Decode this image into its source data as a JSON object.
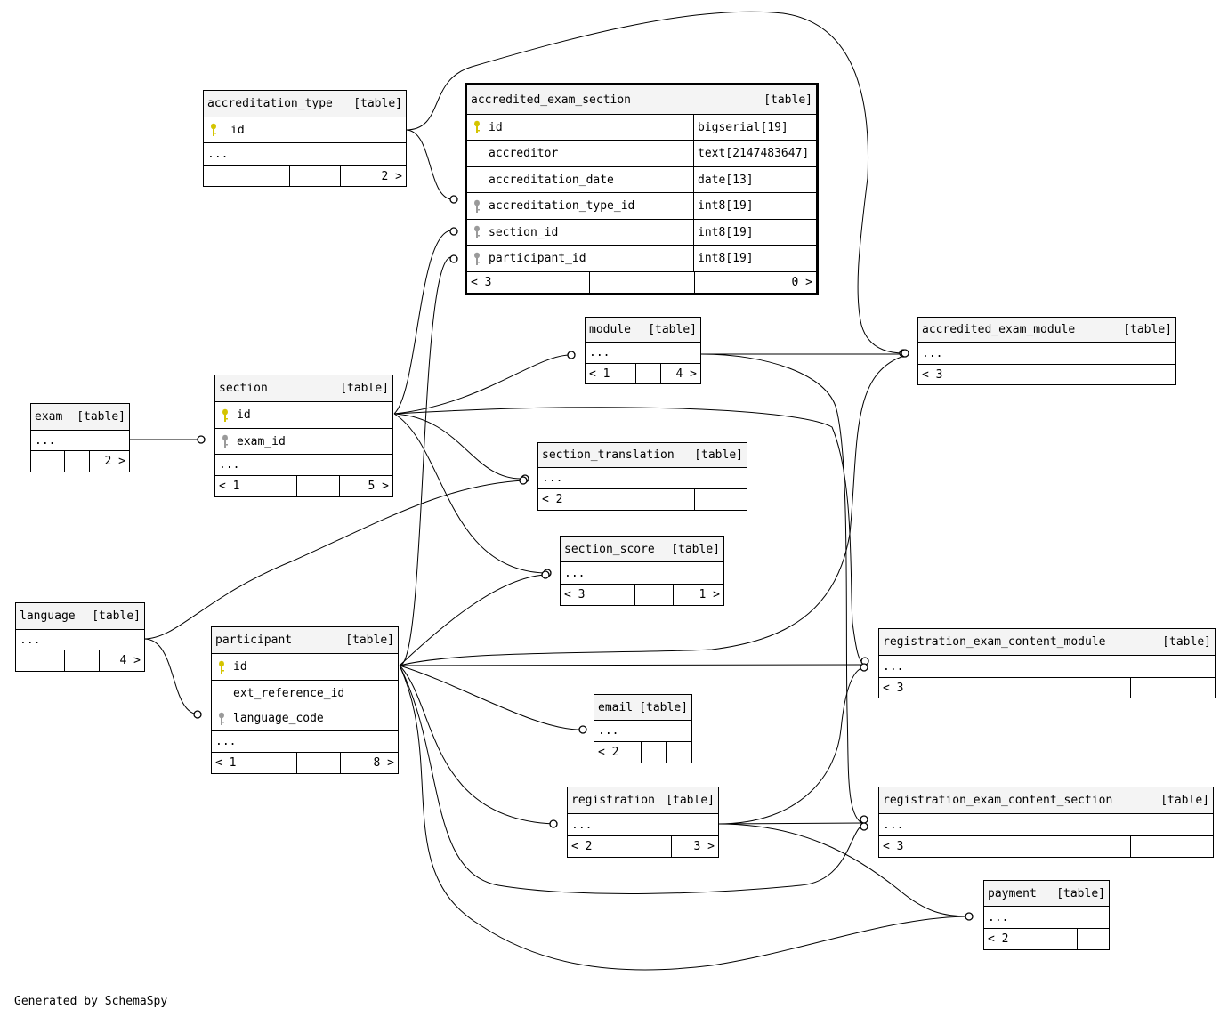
{
  "diagram": {
    "credit": "Generated by SchemaSpy",
    "tag": "[table]",
    "ellipsis": "...",
    "key_colors": {
      "primary": "#d4c400",
      "foreign": "#9a9a9a"
    }
  },
  "tables": {
    "accreditation_type": {
      "name": "accreditation_type",
      "columns": [
        {
          "key": "primary",
          "name": "id"
        }
      ],
      "footer": [
        "",
        "",
        "2 >"
      ]
    },
    "accredited_exam_section": {
      "name": "accredited_exam_section",
      "columns": [
        {
          "key": "primary",
          "name": "id",
          "type": "bigserial[19]"
        },
        {
          "key": "",
          "name": "accreditor",
          "type": "text[2147483647]"
        },
        {
          "key": "",
          "name": "accreditation_date",
          "type": "date[13]"
        },
        {
          "key": "foreign",
          "name": "accreditation_type_id",
          "type": "int8[19]"
        },
        {
          "key": "foreign",
          "name": "section_id",
          "type": "int8[19]"
        },
        {
          "key": "foreign",
          "name": "participant_id",
          "type": "int8[19]"
        }
      ],
      "footer": [
        "< 3",
        "",
        "0 >"
      ]
    },
    "module": {
      "name": "module",
      "columns": [],
      "footer": [
        "< 1",
        "",
        "4 >"
      ]
    },
    "accredited_exam_module": {
      "name": "accredited_exam_module",
      "columns": [],
      "footer": [
        "< 3",
        "",
        ""
      ]
    },
    "exam": {
      "name": "exam",
      "columns": [],
      "footer": [
        "",
        "",
        "2 >"
      ]
    },
    "section": {
      "name": "section",
      "columns": [
        {
          "key": "primary",
          "name": "id"
        },
        {
          "key": "foreign",
          "name": "exam_id"
        }
      ],
      "footer": [
        "< 1",
        "",
        "5 >"
      ]
    },
    "section_translation": {
      "name": "section_translation",
      "columns": [],
      "footer": [
        "< 2",
        "",
        ""
      ]
    },
    "section_score": {
      "name": "section_score",
      "columns": [],
      "footer": [
        "< 3",
        "",
        "1 >"
      ]
    },
    "language": {
      "name": "language",
      "columns": [],
      "footer": [
        "",
        "",
        "4 >"
      ]
    },
    "participant": {
      "name": "participant",
      "columns": [
        {
          "key": "primary",
          "name": "id"
        },
        {
          "key": "",
          "name": "ext_reference_id"
        },
        {
          "key": "foreign",
          "name": "language_code"
        }
      ],
      "footer": [
        "< 1",
        "",
        "8 >"
      ]
    },
    "registration_exam_content_module": {
      "name": "registration_exam_content_module",
      "columns": [],
      "footer": [
        "< 3",
        "",
        ""
      ]
    },
    "email": {
      "name": "email",
      "columns": [],
      "footer": [
        "< 2",
        "",
        ""
      ]
    },
    "registration": {
      "name": "registration",
      "columns": [],
      "footer": [
        "< 2",
        "",
        "3 >"
      ]
    },
    "registration_exam_content_section": {
      "name": "registration_exam_content_section",
      "columns": [],
      "footer": [
        "< 3",
        "",
        ""
      ]
    },
    "payment": {
      "name": "payment",
      "columns": [],
      "footer": [
        "< 2",
        "",
        ""
      ]
    }
  },
  "relationships": [
    {
      "parent": "accreditation_type",
      "child": "accredited_exam_section",
      "via": "accreditation_type_id"
    },
    {
      "parent": "section",
      "child": "accredited_exam_section",
      "via": "section_id"
    },
    {
      "parent": "participant",
      "child": "accredited_exam_section",
      "via": "participant_id"
    },
    {
      "parent": "accredited_exam_section",
      "child": "accredited_exam_module"
    },
    {
      "parent": "module",
      "child": "accredited_exam_module"
    },
    {
      "parent": "exam",
      "child": "section",
      "via": "exam_id"
    },
    {
      "parent": "section",
      "child": "module"
    },
    {
      "parent": "section",
      "child": "section_translation"
    },
    {
      "parent": "section",
      "child": "section_score"
    },
    {
      "parent": "section",
      "child": "registration_exam_content_module"
    },
    {
      "parent": "language",
      "child": "section_translation"
    },
    {
      "parent": "language",
      "child": "participant",
      "via": "language_code"
    },
    {
      "parent": "participant",
      "child": "section_score"
    },
    {
      "parent": "participant",
      "child": "accredited_exam_module"
    },
    {
      "parent": "participant",
      "child": "registration_exam_content_module"
    },
    {
      "parent": "participant",
      "child": "email"
    },
    {
      "parent": "participant",
      "child": "registration"
    },
    {
      "parent": "participant",
      "child": "registration_exam_content_section"
    },
    {
      "parent": "participant",
      "child": "payment"
    },
    {
      "parent": "module",
      "child": "registration_exam_content_section"
    },
    {
      "parent": "registration",
      "child": "registration_exam_content_module"
    },
    {
      "parent": "registration",
      "child": "registration_exam_content_section"
    },
    {
      "parent": "registration",
      "child": "payment"
    }
  ]
}
